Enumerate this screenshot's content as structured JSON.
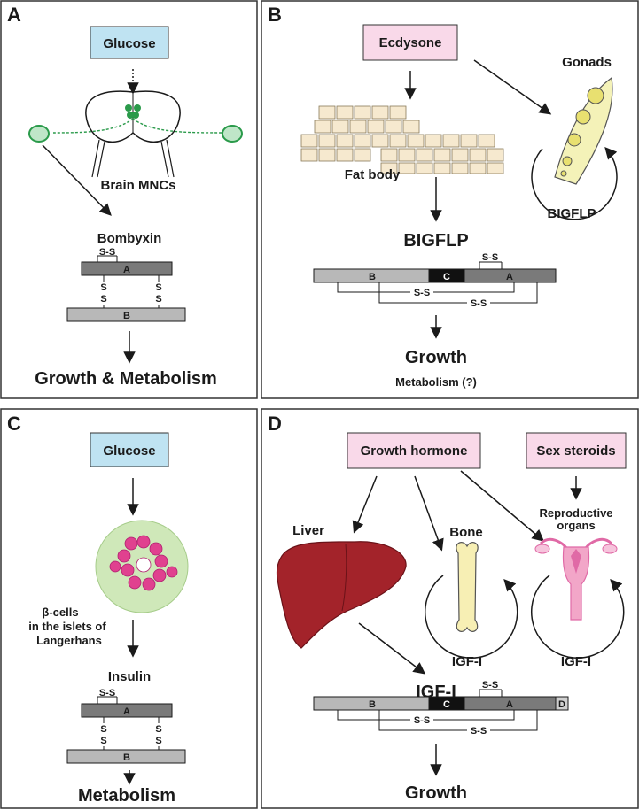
{
  "panels": {
    "a": {
      "letter": "A",
      "glucose": "Glucose",
      "brain_label": "Brain MNCs",
      "hormone": "Bombyxin",
      "chain_a": "A",
      "chain_b": "B",
      "ss_top": "S-S",
      "ss_left_1": "S",
      "ss_left_2": "S",
      "ss_right_1": "S",
      "ss_right_2": "S",
      "outcome": "Growth & Metabolism"
    },
    "b": {
      "letter": "B",
      "ecdysone": "Ecdysone",
      "gonads": "Gonads",
      "fat_body": "Fat body",
      "loop_label": "BIGFLP",
      "hormone": "BIGFLP",
      "seg_b": "B",
      "seg_c": "C",
      "seg_a": "A",
      "ss_top": "S-S",
      "ss_1": "S-S",
      "ss_2": "S-S",
      "outcome": "Growth",
      "outcome2": "Metabolism (?)"
    },
    "c": {
      "letter": "C",
      "glucose": "Glucose",
      "cell_label_1": "β-cells",
      "cell_label_2": "in the islets of",
      "cell_label_3": "Langerhans",
      "hormone": "Insulin",
      "chain_a": "A",
      "chain_b": "B",
      "ss_top": "S-S",
      "ss_left_1": "S",
      "ss_left_2": "S",
      "ss_right_1": "S",
      "ss_right_2": "S",
      "outcome": "Metabolism"
    },
    "d": {
      "letter": "D",
      "gh": "Growth hormone",
      "sex": "Sex steroids",
      "liver": "Liver",
      "bone": "Bone",
      "repro_1": "Reproductive",
      "repro_2": "organs",
      "loop_bone": "IGF-I",
      "loop_repro": "IGF-I",
      "hormone": "IGF-I",
      "seg_b": "B",
      "seg_c": "C",
      "seg_a": "A",
      "seg_d": "D",
      "ss_top": "S-S",
      "ss_1": "S-S",
      "ss_2": "S-S",
      "outcome": "Growth"
    }
  },
  "colors": {
    "glucose_box": "#bfe3f2",
    "hormone_box": "#f9d9e9",
    "neuron_green": "#2a9a4a",
    "fat_cell": "#f6e9cf",
    "chain_light": "#b8b8b8",
    "chain_dark": "#7a7a7a",
    "chain_black": "#111111",
    "liver": "#a3232a",
    "bone": "#f7efb4",
    "uterus": "#f2a6c8",
    "islet_bg": "#cfe8b9",
    "islet_pink": "#e0418f"
  }
}
